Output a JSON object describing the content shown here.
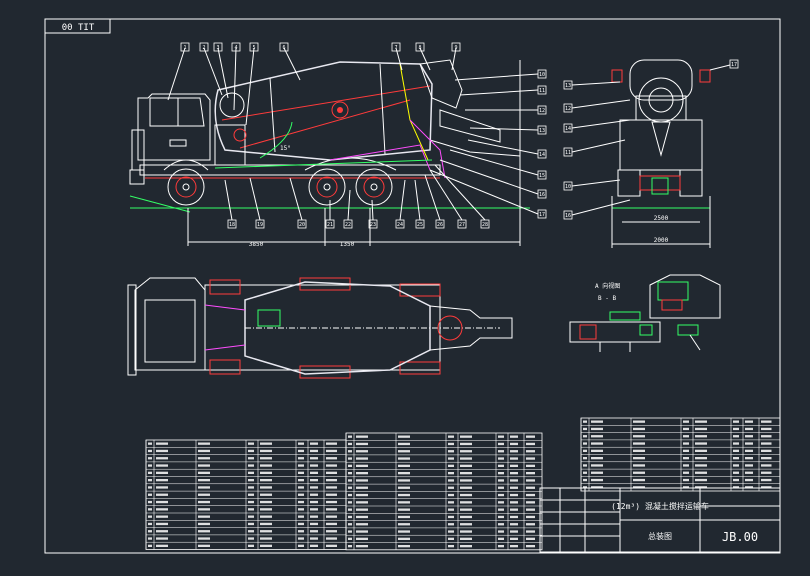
{
  "title_block": {
    "drawing_no": "00 TIT",
    "product_name": "(12m³) 混凝土搅拌运输车",
    "sheet_name": "总装图",
    "sheet_code": "JB.00"
  },
  "dimensions": {
    "front_span": "3850",
    "rear_span": "1350",
    "rear_width": "2500",
    "track": "2000",
    "angle": "15°"
  },
  "balloons": {
    "top": [
      "1",
      "2",
      "3",
      "4",
      "5",
      "6",
      "7",
      "8",
      "9"
    ],
    "right": [
      "10",
      "11",
      "12",
      "13",
      "14",
      "15",
      "16",
      "17"
    ],
    "bottom": [
      "18",
      "19",
      "20",
      "21",
      "22",
      "23",
      "24",
      "25",
      "26",
      "27",
      "28"
    ],
    "rear_view": [
      "13",
      "12",
      "14",
      "11",
      "10",
      "16",
      "17"
    ]
  },
  "section": {
    "label": "A 向视图",
    "sub": "B - B"
  },
  "colors": {
    "background": "#212830",
    "line": "#ffffff",
    "drum": "#e8e8f0",
    "red": "#ff3b3b",
    "green": "#33ff66",
    "yellow": "#ffe000",
    "magenta": "#ff4dff",
    "cyan": "#33e0ff"
  }
}
